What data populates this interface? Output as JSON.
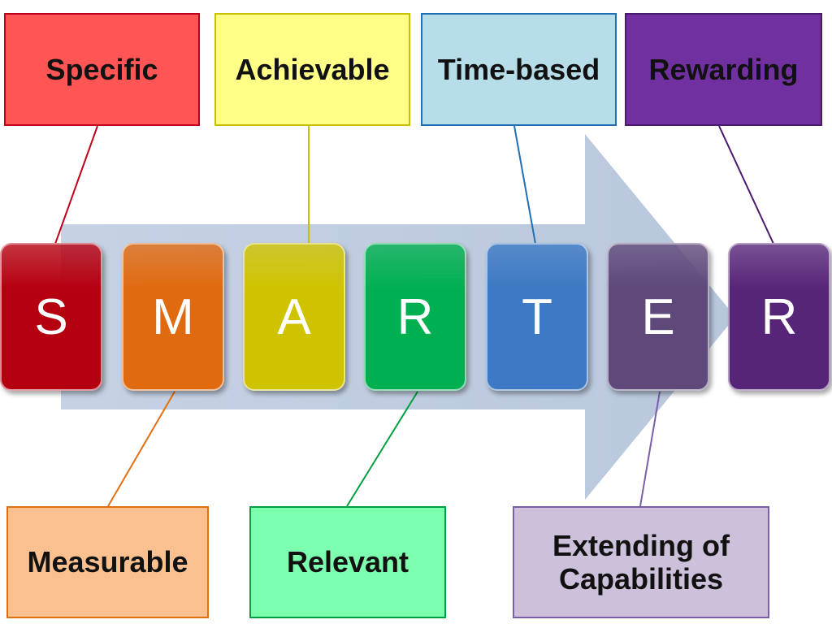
{
  "acronym": {
    "letters": [
      {
        "char": "S",
        "color": "#b50010"
      },
      {
        "char": "M",
        "color": "#e06a10"
      },
      {
        "char": "A",
        "color": "#cfc300"
      },
      {
        "char": "R",
        "color": "#00b050"
      },
      {
        "char": "T",
        "color": "#3d79c4"
      },
      {
        "char": "E",
        "color": "#5f497a"
      },
      {
        "char": "R",
        "color": "#562578"
      }
    ]
  },
  "labels": {
    "specific": {
      "text": "Specific",
      "fill": "#ff5555",
      "border": "#c0001a"
    },
    "achievable": {
      "text": "Achievable",
      "fill": "#ffff88",
      "border": "#c8c000"
    },
    "time_based": {
      "text": "Time-based",
      "fill": "#b7dde8",
      "border": "#1f6fb5"
    },
    "rewarding": {
      "text": "Rewarding",
      "fill": "#7030a0",
      "border": "#4a1a70"
    },
    "measurable": {
      "text": "Measurable",
      "fill": "#fac090",
      "border": "#e07010"
    },
    "relevant": {
      "text": "Relevant",
      "fill": "#7dffb0",
      "border": "#00a040"
    },
    "extending": {
      "text": "Extending of Capabilities",
      "fill": "#ccc0da",
      "border": "#7a5ea8"
    }
  },
  "arrow_color": "#b9c7dc"
}
